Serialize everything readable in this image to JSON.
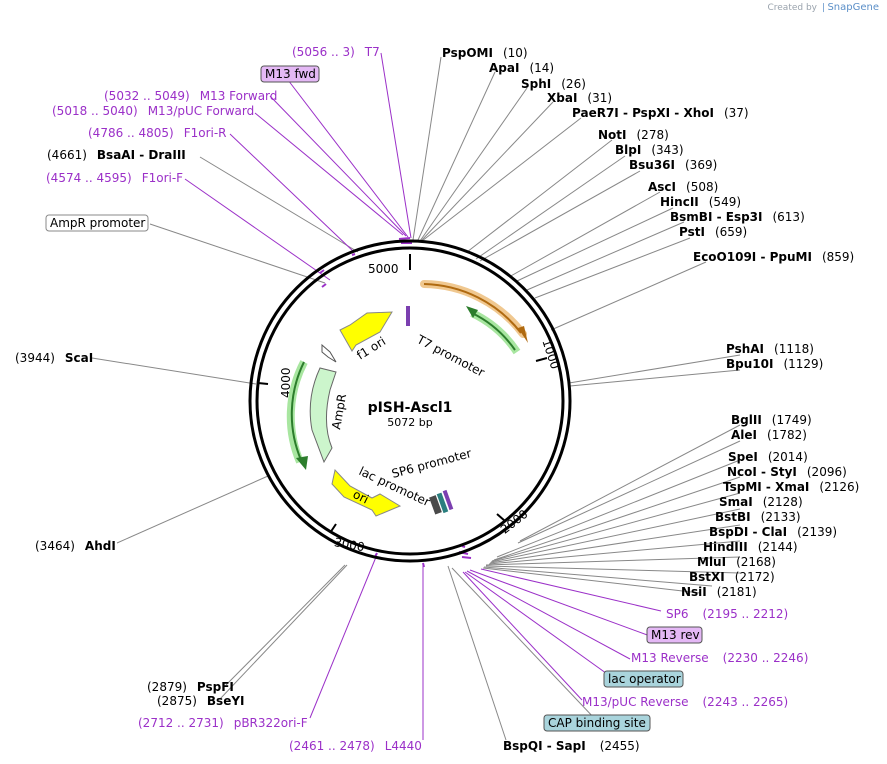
{
  "credit": {
    "prefix": "Created by",
    "brand": "SnapGene"
  },
  "plasmid": {
    "name": "pISH-Ascl1",
    "size": "5072 bp"
  },
  "ticks": [
    "1000",
    "2000",
    "3000",
    "4000",
    "5000"
  ],
  "features": {
    "t7_promoter": "T7 promoter",
    "f1_ori": "f1 ori",
    "ampr": "AmpR",
    "ori": "ori",
    "lac_promoter": "lac promoter",
    "sp6_promoter": "SP6 promoter"
  },
  "right_labels": [
    {
      "name": "PspOMI",
      "pos": "(10)"
    },
    {
      "name": "ApaI",
      "pos": "(14)"
    },
    {
      "name": "SphI",
      "pos": "(26)"
    },
    {
      "name": "XbaI",
      "pos": "(31)"
    },
    {
      "name": "PaeR7I - PspXI - XhoI",
      "pos": "(37)"
    },
    {
      "name": "NotI",
      "pos": "(278)"
    },
    {
      "name": "BlpI",
      "pos": "(343)"
    },
    {
      "name": "Bsu36I",
      "pos": "(369)"
    },
    {
      "name": "AscI",
      "pos": "(508)"
    },
    {
      "name": "HincII",
      "pos": "(549)"
    },
    {
      "name": "BsmBI - Esp3I",
      "pos": "(613)"
    },
    {
      "name": "PstI",
      "pos": "(659)"
    },
    {
      "name": "EcoO109I - PpuMI",
      "pos": "(859)"
    },
    {
      "name": "PshAI",
      "pos": "(1118)"
    },
    {
      "name": "Bpu10I",
      "pos": "(1129)"
    },
    {
      "name": "BglII",
      "pos": "(1749)"
    },
    {
      "name": "AleI",
      "pos": "(1782)"
    },
    {
      "name": "SpeI",
      "pos": "(2014)"
    },
    {
      "name": "NcoI - StyI",
      "pos": "(2096)"
    },
    {
      "name": "TspMI - XmaI",
      "pos": "(2126)"
    },
    {
      "name": "SmaI",
      "pos": "(2128)"
    },
    {
      "name": "BstBI",
      "pos": "(2133)"
    },
    {
      "name": "BspDI - ClaI",
      "pos": "(2139)"
    },
    {
      "name": "HindIII",
      "pos": "(2144)"
    },
    {
      "name": "MluI",
      "pos": "(2168)"
    },
    {
      "name": "BstXI",
      "pos": "(2172)"
    },
    {
      "name": "NsiI",
      "pos": "(2181)"
    }
  ],
  "right_primers": [
    {
      "name": "SP6",
      "pos": "(2195 .. 2212)"
    },
    {
      "name": "M13 rev",
      "pos": ""
    },
    {
      "name": "M13 Reverse",
      "pos": "(2230 .. 2246)"
    },
    {
      "name": "lac operator",
      "pos": ""
    },
    {
      "name": "M13/pUC Reverse",
      "pos": "(2243 .. 2265)"
    },
    {
      "name": "CAP binding site",
      "pos": ""
    }
  ],
  "bottom_labels": [
    {
      "name": "BspQI - SapI",
      "pos": "(2455)"
    },
    {
      "name": "L4440",
      "pos": "(2461 .. 2478)"
    },
    {
      "name": "pBR322ori-F",
      "pos": "(2712 .. 2731)"
    },
    {
      "name": "BseYI",
      "pos": "(2875)"
    },
    {
      "name": "PspFI",
      "pos": "(2879)"
    },
    {
      "name": "AhdI",
      "pos": "(3464)"
    }
  ],
  "left_labels": [
    {
      "name": "ScaI",
      "pos": "(3944)"
    },
    {
      "name": "AmpR promoter",
      "pos": ""
    },
    {
      "name": "F1ori-F",
      "pos": "(4574 .. 4595)"
    },
    {
      "name": "BsaAI - DraIII",
      "pos": "(4661)"
    },
    {
      "name": "F1ori-R",
      "pos": "(4786 .. 4805)"
    },
    {
      "name": "M13/pUC Forward",
      "pos": "(5018 .. 5040)"
    },
    {
      "name": "M13 Forward",
      "pos": "(5032 .. 5049)"
    },
    {
      "name": "M13 fwd",
      "pos": ""
    },
    {
      "name": "T7",
      "pos": "(5056 .. 3)"
    }
  ],
  "colors": {
    "primer": "#9b30c8",
    "primer_box": "#e4b8f5",
    "feature_box": "#a9d4dc",
    "orange_feature": "#f0c890",
    "green_feature": "#7ec870",
    "yellow": "#ffff00",
    "ampr_fill": "#ccf5cc"
  }
}
